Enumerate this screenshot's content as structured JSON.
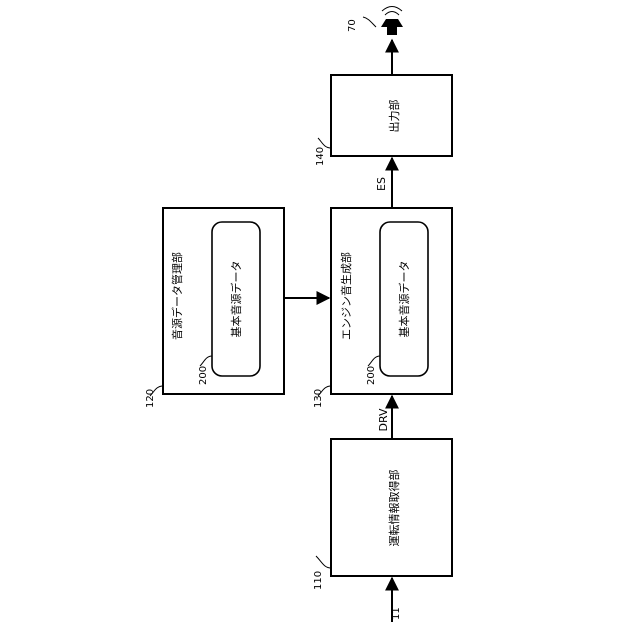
{
  "blocks": {
    "driving_info_acquirer": {
      "label": "運転情報取得部",
      "ref": "110"
    },
    "source_data_manager": {
      "label": "音源データ管理部",
      "ref": "120"
    },
    "engine_sound_generator": {
      "label": "エンジン音生成部",
      "ref": "130"
    },
    "output_unit": {
      "label": "出力部",
      "ref": "140"
    }
  },
  "basic_source_data": {
    "label": "基本音源データ",
    "ref": "200"
  },
  "signals": {
    "input": "11",
    "drv": "DRV",
    "es": "ES"
  },
  "speaker": {
    "ref": "70"
  },
  "colors": {
    "stroke": "#000000",
    "background": "#ffffff"
  }
}
